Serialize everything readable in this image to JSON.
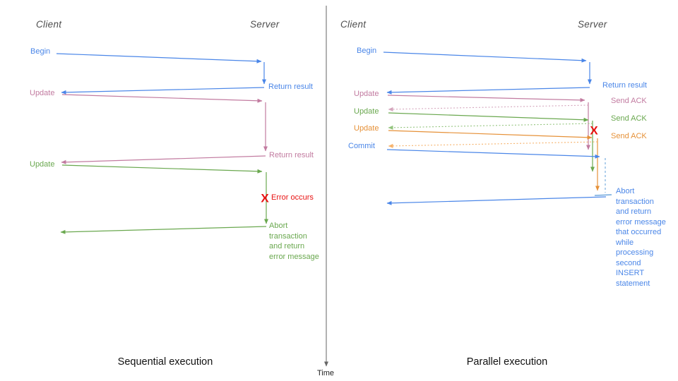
{
  "colors": {
    "blue": "#4a86e8",
    "pink": "#c27ba0",
    "green": "#6aa84f",
    "orange": "#e69138",
    "red": "#e81111",
    "pink_light": "#d5a6bd",
    "green_light": "#93c47d",
    "orange_light": "#f6b26b",
    "blue_light": "#6fa8dc",
    "axis": "#666666"
  },
  "time_axis": {
    "label": "Time"
  },
  "left_panel": {
    "title": "Sequential execution",
    "client": "Client",
    "server": "Server",
    "messages": {
      "begin": "Begin",
      "return_result_1": "Return result",
      "update_1": "Update",
      "return_result_2": "Return result",
      "update_2": "Update",
      "x_mark": "X",
      "error": "Error occurs",
      "abort": "Abort\ntransaction\nand return\nerror message"
    }
  },
  "right_panel": {
    "title": "Parallel execution",
    "client": "Client",
    "server": "Server",
    "messages": {
      "begin": "Begin",
      "return_result": "Return result",
      "update_1": "Update",
      "send_ack_1": "Send ACK",
      "update_2": "Update",
      "send_ack_2": "Send ACK",
      "update_3": "Update",
      "send_ack_3": "Send ACK",
      "commit": "Commit",
      "x_mark": "X",
      "abort": "Abort\ntransaction\nand return\nerror message\nthat occurred\nwhile\nprocessing\nsecond\nINSERT\nstatement"
    }
  }
}
